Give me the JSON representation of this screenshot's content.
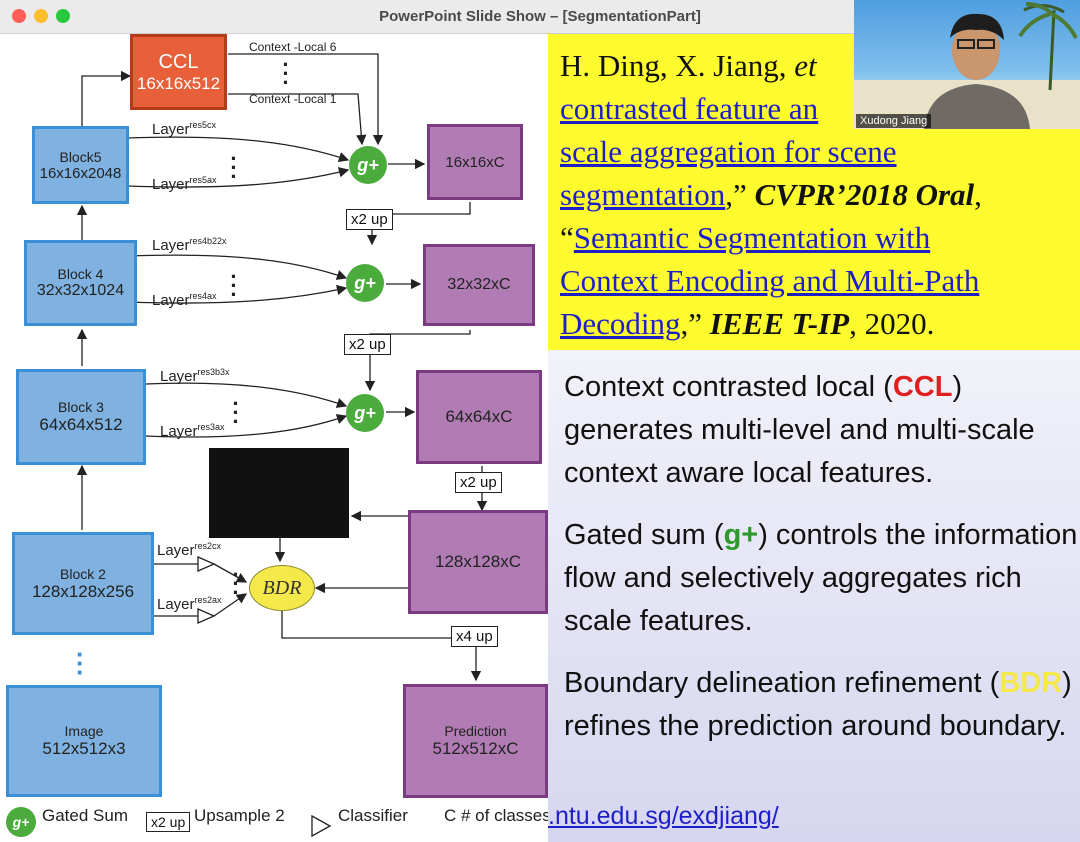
{
  "window": {
    "title": "PowerPoint Slide Show – [SegmentationPart]",
    "traffic_lights": [
      "#ff5f57",
      "#febc2e",
      "#28c840"
    ]
  },
  "diagram": {
    "ccl": {
      "name": "CCL",
      "dims": "16x16x512"
    },
    "context_top": "Context -Local 6",
    "context_bottom": "Context -Local 1",
    "blocks": [
      {
        "name": "Block5",
        "dims": "16x16x2048"
      },
      {
        "name": "Block 4",
        "dims": "32x32x1024"
      },
      {
        "name": "Block 3",
        "dims": "64x64x512"
      },
      {
        "name": "Block 2",
        "dims": "128x128x256"
      },
      {
        "name": "Image",
        "dims": "512x512x3"
      }
    ],
    "outputs": [
      "16x16xC",
      "32x32xC",
      "64x64xC",
      "128x128xC"
    ],
    "prediction": {
      "name": "Prediction",
      "dims": "512x512xC"
    },
    "gated_sum": "g+",
    "up2": "x2 up",
    "up4": "x4 up",
    "bdr": "BDR",
    "layer": "Layer",
    "layers": {
      "b5_top": "res5cx",
      "b5_bot": "res5ax",
      "b4_top": "res4b22x",
      "b4_bot": "res4ax",
      "b3_top": "res3b3x",
      "b3_bot": "res3ax",
      "b2_top": "res2cx",
      "b2_bot": "res2ax"
    },
    "legend": {
      "gated": "Gated Sum",
      "up_tag": "x2 up",
      "upsample": "Upsample 2",
      "classifier": "Classifier",
      "classes": "C # of classes"
    },
    "colors": {
      "block": "#7fb2e0",
      "output": "#b07cb3",
      "ccl": "#e8603a",
      "gated": "#4bab3d",
      "bdr": "#f5e84a"
    }
  },
  "reference": {
    "authors": "H. Ding, X. Jiang,",
    "et": "et",
    "paper1_line1": "contrasted feature an",
    "paper1_line2": "scale aggregation for scene",
    "paper1_line3": "segmentation",
    "paper1_tail": ",” ",
    "venue1": "CVPR’2018 Oral",
    "sep": ",",
    "paper2_open": "“",
    "paper2_line1": "Semantic Segmentation with",
    "paper2_line2": "Context Encoding and Multi-Path",
    "paper2_line3": "Decoding",
    "paper2_tail": ",” ",
    "venue2": "IEEE T-IP",
    "year": ", 2020."
  },
  "bullets": {
    "b1_pre": "Context contrasted local (",
    "b1_key": "CCL",
    "b1_post": ") generates multi-level  and multi-scale context aware local features.",
    "b2_pre": "Gated sum (",
    "b2_key": "g+",
    "b2_post": ") controls the information flow and selectively aggregates rich scale features.",
    "b3_pre": "Boundary delineation refinement (",
    "b3_key": "BDR",
    "b3_post": ") refines the prediction around boundary.",
    "key_colors": {
      "ccl": "#e02020",
      "g": "#2e9a2e",
      "bdr": "#f5e84a"
    }
  },
  "footer_url": ".ntu.edu.sg/exdjiang/",
  "video": {
    "name": "Xudong Jiang"
  }
}
